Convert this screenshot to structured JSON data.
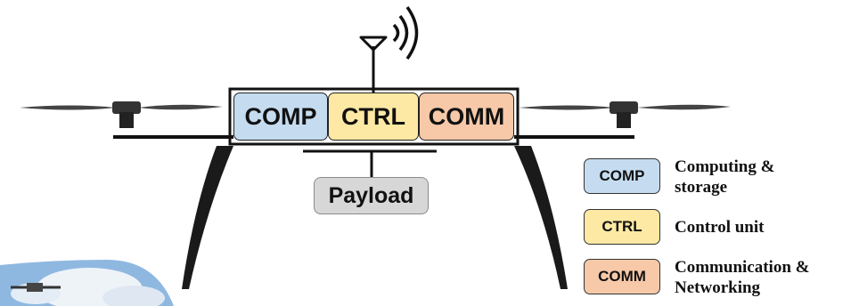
{
  "modules": [
    {
      "id": "comp",
      "label": "COMP",
      "color": "#c5dcf0"
    },
    {
      "id": "ctrl",
      "label": "CTRL",
      "color": "#fde9a3"
    },
    {
      "id": "comm",
      "label": "COMM",
      "color": "#f7c9a8"
    }
  ],
  "payload": {
    "label": "Payload",
    "color": "#d7d7d7"
  },
  "legend": [
    {
      "key": "COMP",
      "text_line1": "Computing &",
      "text_line2": "storage",
      "color": "#c5dcf0"
    },
    {
      "key": "CTRL",
      "text_line1": "Control unit",
      "text_line2": "",
      "color": "#fde9a3"
    },
    {
      "key": "COMM",
      "text_line1": "Communication &",
      "text_line2": "Networking",
      "color": "#f7c9a8"
    }
  ],
  "colors": {
    "frame": "#111111",
    "sky": "#8fb8e0",
    "cloud": "#eef3f8"
  }
}
